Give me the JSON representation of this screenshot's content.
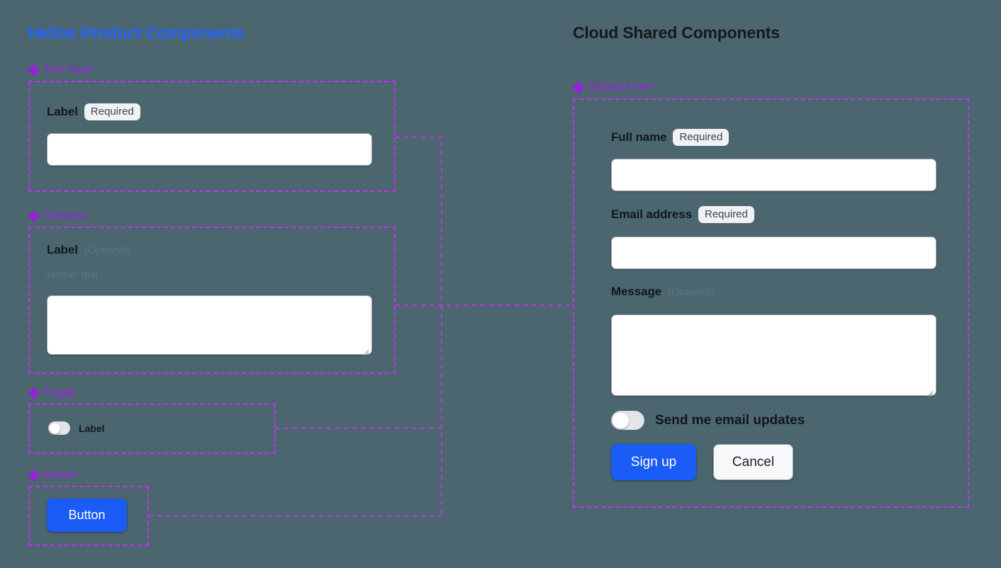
{
  "theme": {
    "background": "#4c6670",
    "accent_blue": "#2563ff",
    "accent_purple": "#9b1fe0",
    "dashed_purple": "#c231f0",
    "primary_button": "#1a5cf5",
    "muted_text": "#5b7681",
    "badge_bg": "#f1f2f4"
  },
  "left_panel": {
    "title": "Helios Product Components",
    "sections": [
      {
        "icon": "component-diamond-icon",
        "label": "Text Input"
      },
      {
        "icon": "component-diamond-icon",
        "label": "Textarea"
      },
      {
        "icon": "component-diamond-icon",
        "label": "Toggle"
      },
      {
        "icon": "component-diamond-icon",
        "label": "Button"
      }
    ],
    "text_input": {
      "label": "Label",
      "badge": "Required",
      "value": "",
      "placeholder": ""
    },
    "textarea": {
      "label": "Label",
      "optional": "(Optional)",
      "helper": "Helper text",
      "value": "",
      "placeholder": ""
    },
    "toggle": {
      "label": "Label",
      "checked": false
    },
    "button": {
      "label": "Button"
    }
  },
  "right_panel": {
    "title": "Cloud Shared Components",
    "sections": [
      {
        "icon": "component-diamond-icon",
        "label": "Signup Form"
      }
    ],
    "signup_form": {
      "full_name": {
        "label": "Full name",
        "badge": "Required",
        "value": "",
        "placeholder": ""
      },
      "email": {
        "label": "Email address",
        "badge": "Required",
        "value": "",
        "placeholder": ""
      },
      "message": {
        "label": "Message",
        "optional": "(Optional)",
        "value": "",
        "placeholder": ""
      },
      "email_updates_toggle": {
        "label": "Send me email updates",
        "checked": false
      },
      "submit_button": "Sign up",
      "cancel_button": "Cancel"
    }
  }
}
